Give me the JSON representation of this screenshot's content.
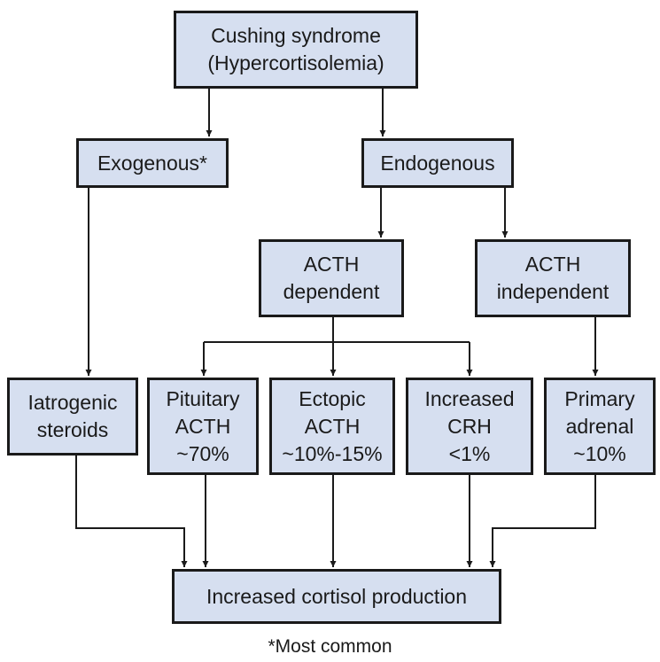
{
  "diagram": {
    "nodes": {
      "cushing": {
        "lines": [
          "Cushing syndrome",
          "(Hypercortisolemia)"
        ]
      },
      "exogenous": {
        "lines": [
          "Exogenous*"
        ]
      },
      "endogenous": {
        "lines": [
          "Endogenous"
        ]
      },
      "acth_dependent": {
        "lines": [
          "ACTH",
          "dependent"
        ]
      },
      "acth_independent": {
        "lines": [
          "ACTH",
          "independent"
        ]
      },
      "iatrogenic": {
        "lines": [
          "Iatrogenic",
          "steroids"
        ]
      },
      "pituitary": {
        "lines": [
          "Pituitary",
          "ACTH",
          "~70%"
        ]
      },
      "ectopic": {
        "lines": [
          "Ectopic",
          "ACTH",
          "~10%-15%"
        ]
      },
      "crh": {
        "lines": [
          "Increased",
          "CRH",
          "<1%"
        ]
      },
      "primary": {
        "lines": [
          "Primary",
          "adrenal",
          "~10%"
        ]
      },
      "result": {
        "lines": [
          "Increased cortisol production"
        ]
      }
    },
    "edges": [
      [
        "cushing",
        "exogenous"
      ],
      [
        "cushing",
        "endogenous"
      ],
      [
        "exogenous",
        "iatrogenic"
      ],
      [
        "endogenous",
        "acth_dependent"
      ],
      [
        "endogenous",
        "acth_independent"
      ],
      [
        "acth_dependent",
        "pituitary"
      ],
      [
        "acth_dependent",
        "ectopic"
      ],
      [
        "acth_dependent",
        "crh"
      ],
      [
        "acth_independent",
        "primary"
      ],
      [
        "iatrogenic",
        "result"
      ],
      [
        "pituitary",
        "result"
      ],
      [
        "ectopic",
        "result"
      ],
      [
        "crh",
        "result"
      ],
      [
        "primary",
        "result"
      ]
    ],
    "colors": {
      "box_fill": "#d6dff0",
      "line": "#1a1a1a"
    },
    "footnote": "*Most common"
  }
}
